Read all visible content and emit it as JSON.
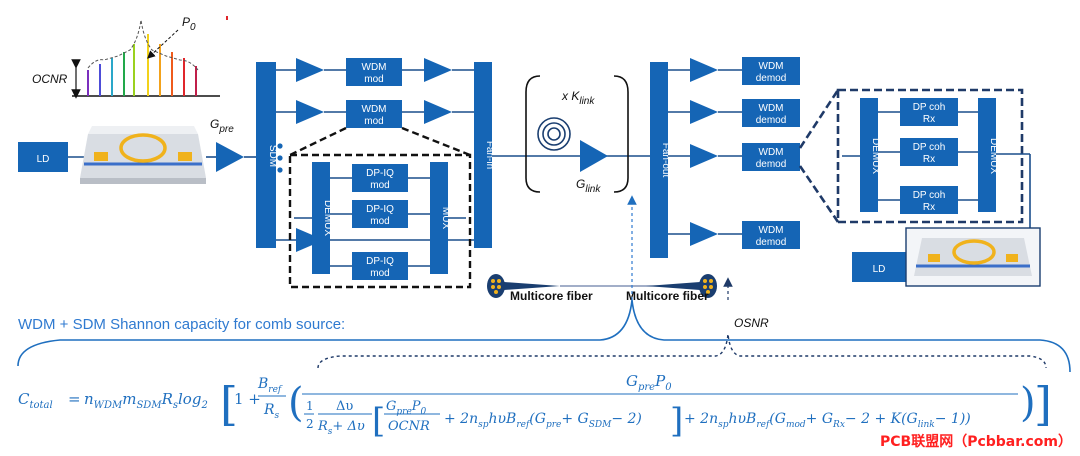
{
  "labels": {
    "ld_tx": "LD",
    "ld_rx": "LD",
    "gpre_g": "G",
    "gpre_sub": "pre",
    "p0_p": "P",
    "p0_sub": "0",
    "ocnr": "OCNR",
    "sdm": "SDM",
    "wdm_mod": [
      "WDM",
      "mod"
    ],
    "dpiq_mod": [
      "DP-IQ",
      "mod"
    ],
    "demux": "DEMUX",
    "mux": "MUX",
    "fan_in": "Fan-in",
    "fan_out": "Fan-out",
    "wdm_demod": [
      "WDM",
      "demod"
    ],
    "dpcoh_rx": [
      "DP coh",
      "Rx"
    ],
    "klink_prefix": "x K",
    "klink_sub": "link",
    "glink_g": "G",
    "glink_sub": "link",
    "multicore_fiber": "Multicore fiber",
    "osnr": "OSNR",
    "shannon_title": "WDM + SDM Shannon capacity for comb source:"
  },
  "equation": {
    "lhs": "C",
    "lhs_sub": "total",
    "eq_sign": "=",
    "n": "n",
    "n_sub": "WDM",
    "m": "m",
    "m_sub": "SDM",
    "rs": "R",
    "rs_sub": "s",
    "log": "log",
    "log_sub": "2",
    "one_plus": "1 +",
    "bref_num": "B",
    "bref_num_sub": "ref",
    "rs_den": "R",
    "rs_den_sub": "s",
    "numerator": "G",
    "numerator_sub": "pre",
    "numerator_p": "P",
    "numerator_p_sub": "0",
    "half": "1",
    "half_den": "2",
    "dv_num": "Δυ",
    "dv_den": "R",
    "dv_den_sub": "s",
    "dv_den_tail": "+ Δυ",
    "inner_num": "G",
    "inner_num_sub": "pre",
    "inner_num_p": "P",
    "inner_num_p_sub": "0",
    "inner_den": "OCNR",
    "term_a": "+ 2n",
    "term_a_sub": "sp",
    "term_a_mid": "hυB",
    "term_a_mid_sub": "ref",
    "term_a_paren": "(G",
    "term_a_g1_sub": "pre",
    "term_a_plus": "+ G",
    "term_a_g2_sub": "SDM",
    "term_a_end": "− 2)",
    "term_b": "+ 2n",
    "term_b_sub": "sp",
    "term_b_mid": "hυB",
    "term_b_mid_sub": "ref",
    "term_b_paren": "(G",
    "term_b_g1_sub": "mod",
    "term_b_plus": "+ G",
    "term_b_g2_sub": "Rx",
    "term_b_k": "− 2 + K(G",
    "term_b_k_sub": "link",
    "term_b_end": "− 1))"
  },
  "watermark": "PCB联盟网（Pcbbar.com）",
  "colors": {
    "block": "#1565b5",
    "line": "#1a4e8c",
    "equation": "#1f6fbf",
    "watermark": "#ff2020"
  },
  "spectrum_colors": [
    "#7b2fbe",
    "#4d4dd8",
    "#2aa7c9",
    "#22a84a",
    "#9bd11f",
    "#f2d21a",
    "#f3a21b",
    "#ef5b1c",
    "#e0262b",
    "#c01f4a"
  ]
}
